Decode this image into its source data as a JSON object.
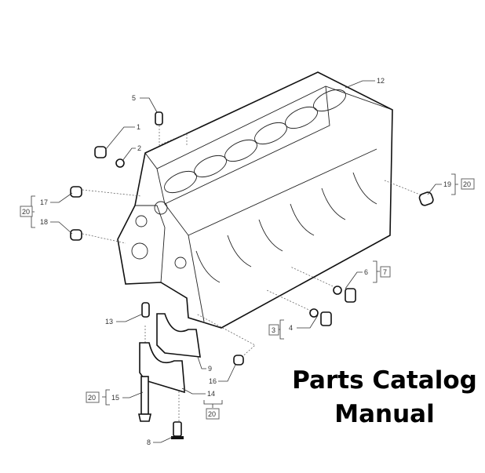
{
  "title": {
    "line1": "Parts Catalog",
    "line2": "Manual"
  },
  "callouts": {
    "c12": "12",
    "c5": "5",
    "c1": "1",
    "c2": "2",
    "c17": "17",
    "c18": "18",
    "g20a": "20",
    "c19": "19",
    "g20b": "20",
    "c6": "6",
    "g7": "7",
    "g3": "3",
    "c4": "4",
    "c13": "13",
    "c9": "9",
    "c16": "16",
    "c14": "14",
    "g20c": "20",
    "g20d": "20",
    "c15": "15",
    "c8": "8"
  }
}
